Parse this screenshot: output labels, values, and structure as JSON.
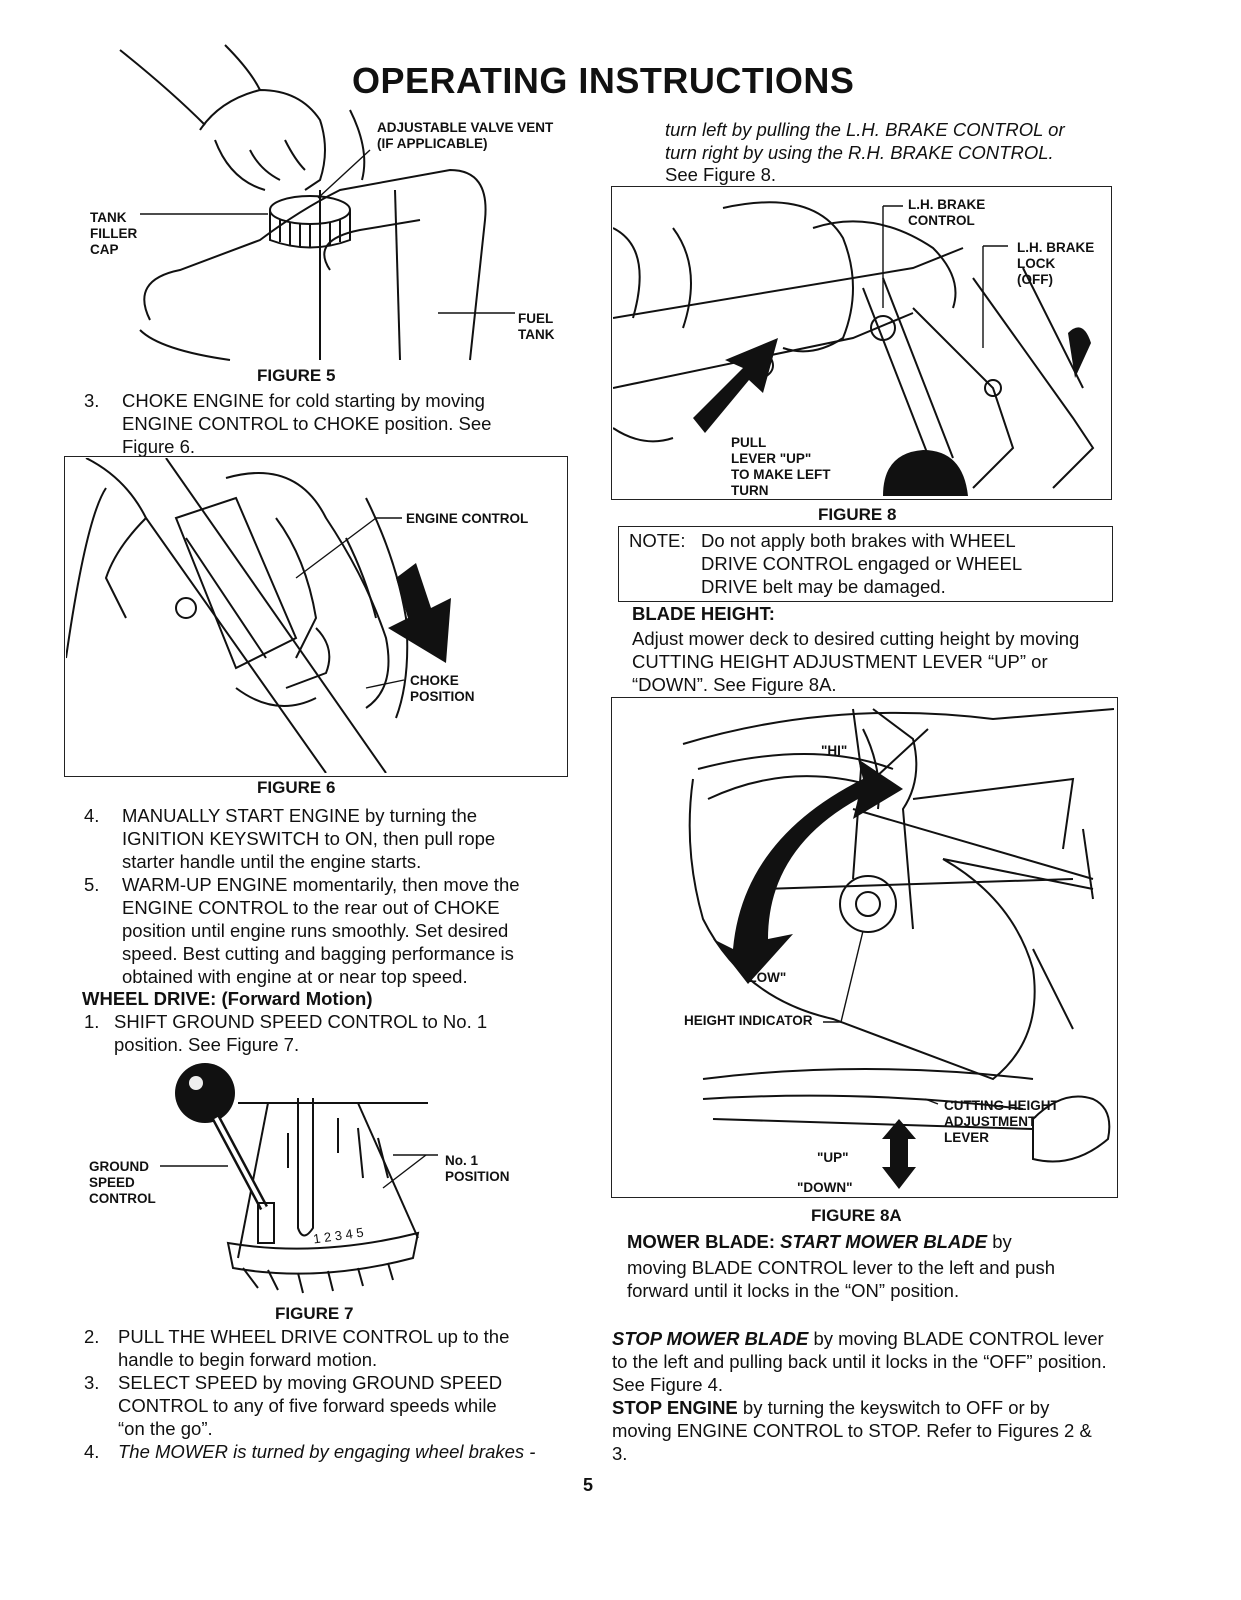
{
  "page": {
    "title": "OPERATING INSTRUCTIONS",
    "page_number": "5"
  },
  "figure5": {
    "caption": "FIGURE 5",
    "labels": {
      "valve_vent": "ADJUSTABLE VALVE VENT\n(IF APPLICABLE)",
      "tank_filler": "TANK\nFILLER\nCAP",
      "fuel_tank": "FUEL\nTANK"
    }
  },
  "step3_choke": {
    "num": "3.",
    "text": "CHOKE ENGINE for cold starting by moving ENGINE CONTROL to CHOKE position.  See Figure 6."
  },
  "figure6": {
    "caption": "FIGURE 6",
    "labels": {
      "engine_control": "ENGINE CONTROL",
      "choke_position": "CHOKE\nPOSITION"
    }
  },
  "step4_start": {
    "num": "4.",
    "text": "MANUALLY START ENGINE by turning the IGNITION KEYSWITCH to ON, then pull rope starter handle until the engine starts."
  },
  "step5_warm": {
    "num": "5.",
    "text": "WARM-UP ENGINE momentarily,  then move the ENGINE CONTROL to the rear out of CHOKE position until engine runs smoothly.  Set desired speed.  Best cutting and bagging performance is obtained with engine at or near top speed."
  },
  "wheel_drive": {
    "heading": "WHEEL DRIVE: (Forward Motion)",
    "step1_num": "1.",
    "step1_text": "SHIFT GROUND SPEED CONTROL to No. 1 position.  See Figure 7."
  },
  "figure7": {
    "caption": "FIGURE 7",
    "labels": {
      "ground_speed": "GROUND\nSPEED\nCONTROL",
      "no1_position": "No. 1\nPOSITION",
      "speeds": "1 2 3 4 5"
    }
  },
  "wheel_steps": {
    "s2_num": "2.",
    "s2_text": "PULL THE WHEEL DRIVE CONTROL up to the handle to begin forward motion.",
    "s3_num": "3.",
    "s3_text": "SELECT SPEED by moving GROUND SPEED CONTROL to any of five forward speeds while “on the go”.",
    "s4_num": "4.",
    "s4_text": "The MOWER is turned by engaging wheel brakes -"
  },
  "right_intro": {
    "text": "turn left by pulling the L.H. BRAKE CONTROL or turn right by using the R.H. BRAKE CONTROL.",
    "see": "See Figure 8."
  },
  "figure8": {
    "caption": "FIGURE 8",
    "labels": {
      "brake_control": "L.H. BRAKE\nCONTROL",
      "brake_lock": "L.H. BRAKE\nLOCK\n(OFF)",
      "pull_lever": "PULL\nLEVER \"UP\"\nTO MAKE LEFT\nTURN"
    }
  },
  "note": {
    "label": "NOTE:",
    "text": "Do not apply both brakes with WHEEL DRIVE CONTROL engaged or WHEEL DRIVE belt may be damaged."
  },
  "blade_height": {
    "heading": "BLADE HEIGHT:",
    "text": "Adjust mower deck to desired cutting height by moving CUTTING HEIGHT ADJUSTMENT LEVER “UP” or “DOWN”.  See Figure 8A."
  },
  "figure8a": {
    "caption": "FIGURE 8A",
    "labels": {
      "hi": "\"HI\"",
      "low": "\"LOW\"",
      "height_indicator": "HEIGHT INDICATOR",
      "cutting_height": "CUTTING HEIGHT\nADJUSTMENT\nLEVER",
      "up": "\"UP\"",
      "down": "\"DOWN\""
    }
  },
  "mower_blade": {
    "label": "MOWER BLADE:",
    "emph": "START MOWER BLADE",
    "by": "by",
    "text": "moving  BLADE CONTROL  lever to the left and push forward until it locks in the  “ON” position."
  },
  "stop_blade": {
    "emph": "STOP MOWER BLADE",
    "text": "by moving BLADE CONTROL lever to the left and pulling back until it locks in the “OFF” position.  See Figure 4."
  },
  "stop_engine": {
    "label": "STOP ENGINE",
    "text": "by turning the keyswitch to OFF or by moving ENGINE CONTROL to STOP.  Refer to Figures 2 & 3."
  }
}
